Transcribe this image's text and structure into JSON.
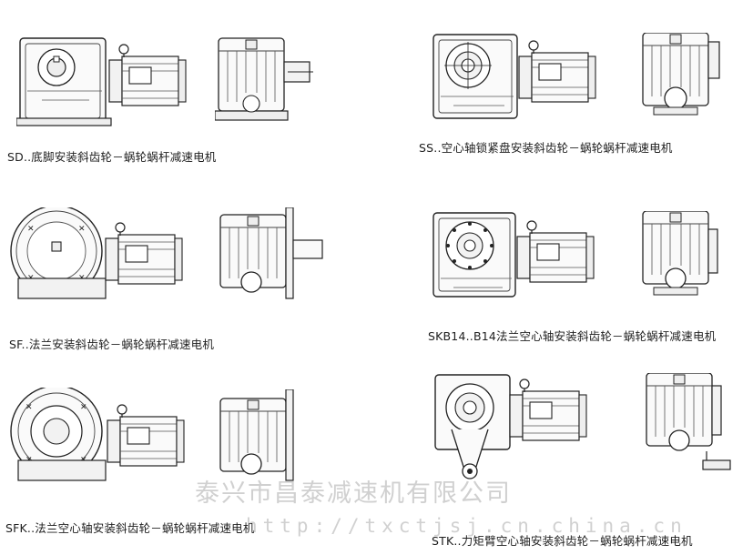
{
  "captions": {
    "sd": "SD..底脚安装斜齿轮－蜗轮蜗杆减速电机",
    "ss": "SS..空心轴锁紧盘安装斜齿轮－蜗轮蜗杆减速电机",
    "sf": "SF..法兰安装斜齿轮－蜗轮蜗杆减速电机",
    "skb14": "SKB14..B14法兰空心轴安装斜齿轮－蜗轮蜗杆减速电机",
    "sfk": "SFK..法兰空心轴安装斜齿轮－蜗轮蜗杆减速电机",
    "stk": "STK..力矩臂空心轴安装斜齿轮－蜗轮蜗杆减速电机"
  },
  "watermark": {
    "company": "泰兴市昌泰减速机有限公司",
    "url": "http://txctjsj.cn.china.cn"
  }
}
